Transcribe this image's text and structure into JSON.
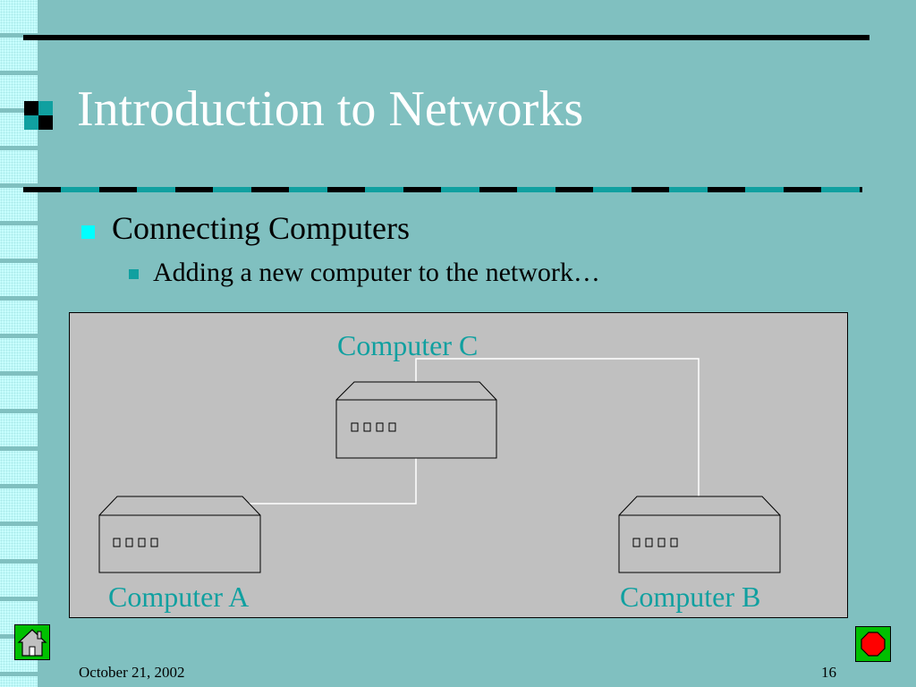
{
  "slide": {
    "title": "Introduction to Networks",
    "bullets": [
      {
        "text": "Connecting Computers",
        "level": 1
      },
      {
        "text": "Adding a new computer to the network…",
        "level": 2
      }
    ]
  },
  "diagram": {
    "computers": [
      {
        "label": "Computer C"
      },
      {
        "label": "Computer A"
      },
      {
        "label": "Computer B"
      }
    ]
  },
  "footer": {
    "date": "October 21, 2002",
    "page_number": "16"
  },
  "navigation": {
    "home_icon": "home-icon",
    "stop_icon": "stop-icon"
  },
  "colors": {
    "background": "#80c0c0",
    "accent": "#10a0a0",
    "bullet_level1": "#00ffff",
    "diagram_bg": "#c0c0c0",
    "nav_button": "#00c000",
    "stop_sign": "#ff0000"
  }
}
